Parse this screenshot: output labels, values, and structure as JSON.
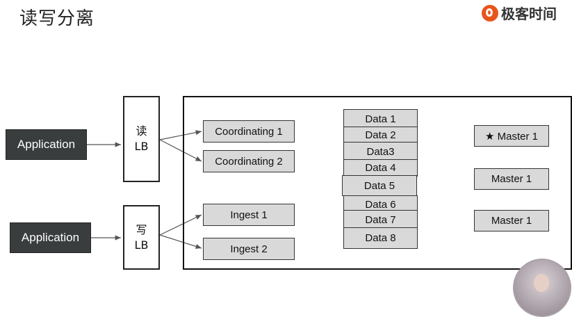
{
  "title": "读写分离",
  "brand": {
    "text": "极客时间"
  },
  "apps": [
    {
      "label": "Application"
    },
    {
      "label": "Application"
    }
  ],
  "load_balancers": [
    {
      "label": "读\nLB"
    },
    {
      "label": "写\nLB"
    }
  ],
  "coordinating_nodes": [
    {
      "label": "Coordinating 1"
    },
    {
      "label": "Coordinating 2"
    }
  ],
  "ingest_nodes": [
    {
      "label": "Ingest 1"
    },
    {
      "label": "Ingest 2"
    }
  ],
  "data_nodes": [
    {
      "label": "Data 1"
    },
    {
      "label": "Data 2"
    },
    {
      "label": "Data3"
    },
    {
      "label": "Data 4"
    },
    {
      "label": "Data 5"
    },
    {
      "label": "Data 6"
    },
    {
      "label": "Data 7"
    },
    {
      "label": "Data 8"
    }
  ],
  "master_nodes": [
    {
      "label": "★ Master 1"
    },
    {
      "label": "Master 1"
    },
    {
      "label": "Master 1"
    }
  ]
}
